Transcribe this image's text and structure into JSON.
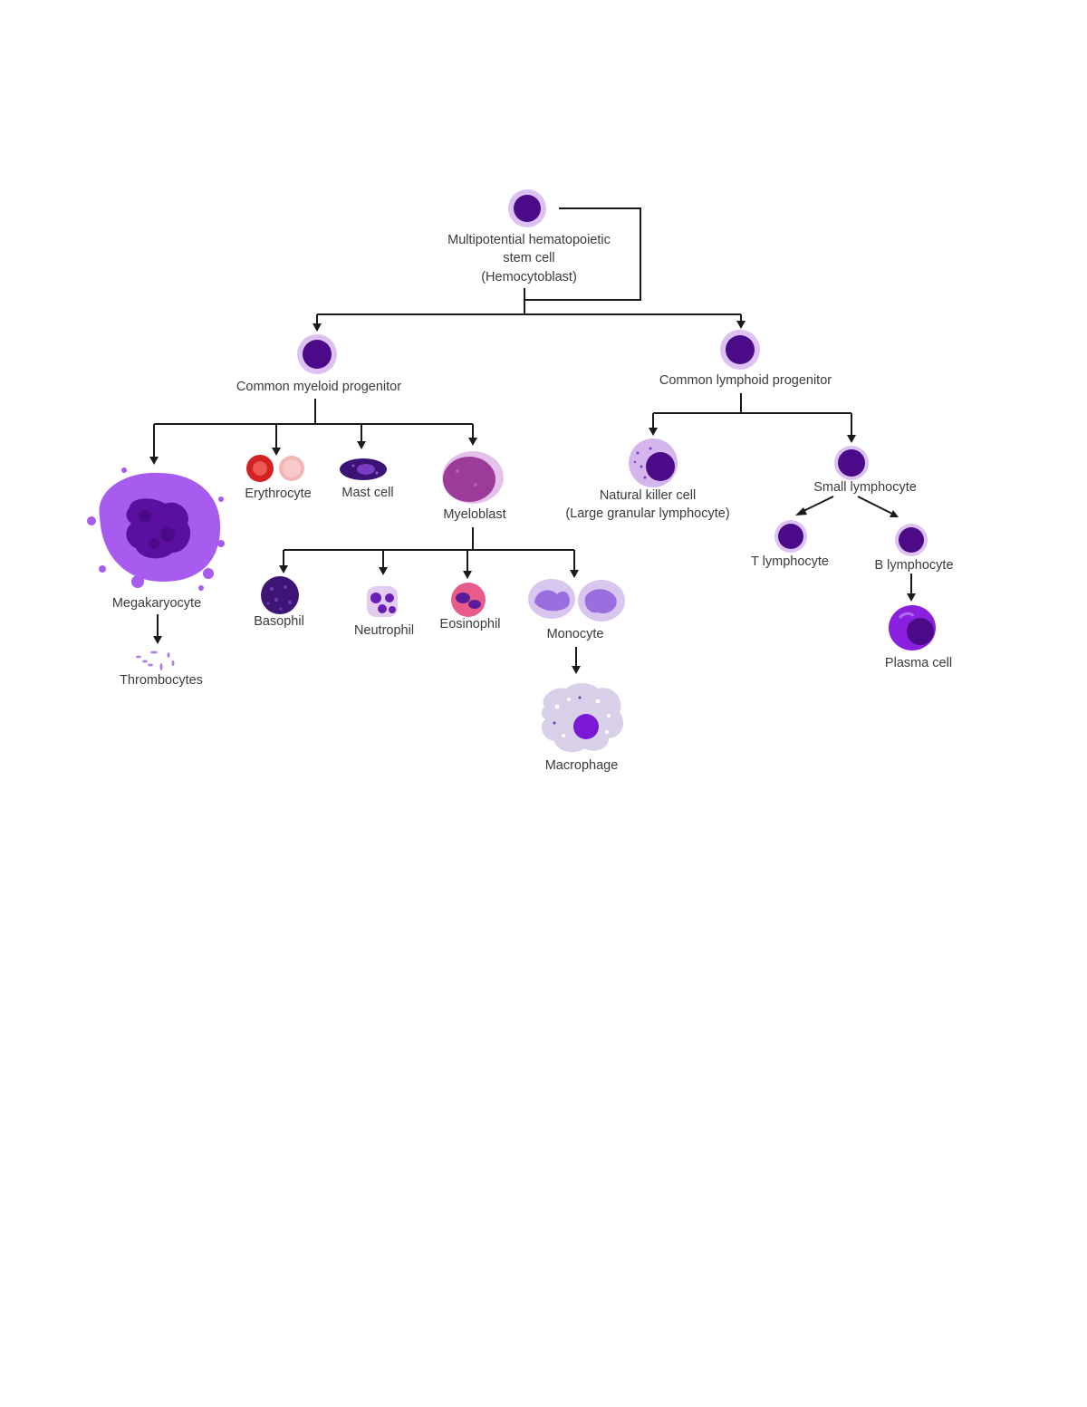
{
  "cells": {
    "stem": {
      "line1": "Multipotential hematopoietic",
      "line2": "stem cell",
      "line3": "(Hemocytoblast)"
    },
    "myeloid": {
      "label": "Common myeloid progenitor"
    },
    "lymphoid": {
      "label": "Common lymphoid progenitor"
    },
    "megakaryocyte": {
      "label": "Megakaryocyte"
    },
    "thrombocytes": {
      "label": "Thrombocytes"
    },
    "erythrocyte": {
      "label": "Erythrocyte"
    },
    "mast": {
      "label": "Mast cell"
    },
    "myeloblast": {
      "label": "Myeloblast"
    },
    "basophil": {
      "label": "Basophil"
    },
    "neutrophil": {
      "label": "Neutrophil"
    },
    "eosinophil": {
      "label": "Eosinophil"
    },
    "monocyte": {
      "label": "Monocyte"
    },
    "macrophage": {
      "label": "Macrophage"
    },
    "nk": {
      "line1": "Natural killer cell",
      "line2": "(Large granular lymphocyte)"
    },
    "small_lymph": {
      "label": "Small lymphocyte"
    },
    "t_lymph": {
      "label": "T lymphocyte"
    },
    "b_lymph": {
      "label": "B lymphocyte"
    },
    "plasma": {
      "label": "Plasma cell"
    }
  },
  "colors": {
    "nucleus": "#4b0a87",
    "membrane": "#d9b8f0",
    "megakaryocyte": "#a75bef",
    "erythrocyte": "#d42222",
    "arrow": "#1a1a1a"
  }
}
